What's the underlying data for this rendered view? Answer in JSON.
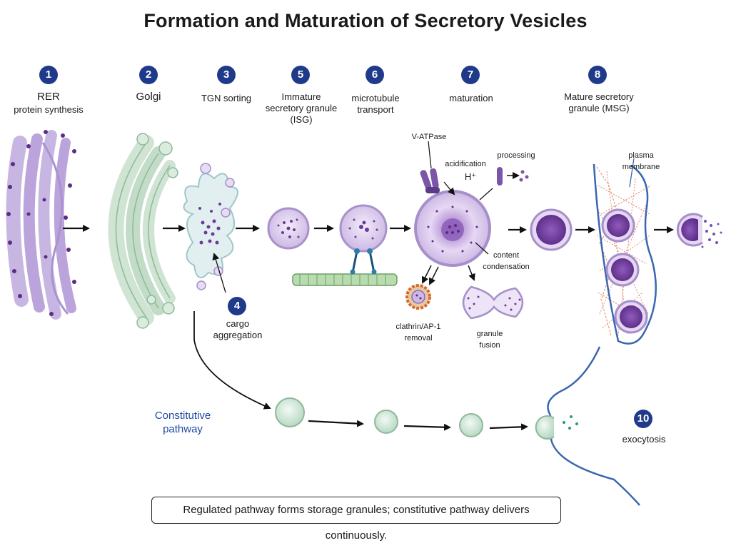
{
  "title": "Formation and Maturation of Secretory Vesicles",
  "steps": [
    {
      "number": "1",
      "label": "RER",
      "sublabel": "protein synthesis"
    },
    {
      "number": "2",
      "label": "Golgi"
    },
    {
      "number": "3",
      "label": "TGN sorting"
    },
    {
      "number": "4",
      "label": "cargo aggregation"
    },
    {
      "number": "5",
      "label": "Immature secretory granule (ISG)"
    },
    {
      "number": "6",
      "label": "microtubule transport"
    },
    {
      "number": "7",
      "label": "maturation"
    },
    {
      "number": "8",
      "label": "Mature secretory granule (MSG)"
    },
    {
      "number": "10",
      "label": "exocytosis"
    }
  ],
  "annotations": {
    "v_atpase": "V-ATPase",
    "acidification": "acidification",
    "proton": "H⁺",
    "processing": "processing",
    "content_condensation": "content condensation",
    "clathrin_removal": "clathrin/AP-1 removal",
    "granule_fusion": "granule fusion",
    "plasma_membrane": "plasma membrane"
  },
  "constitutive_label": "Constitutive pathway",
  "footnote": "Regulated pathway forms storage granules; constitutive pathway delivers continuously.",
  "colors": {
    "badge": "#1f3a8a",
    "purple_membrane": "#b9a6d6",
    "purple_dark": "#5b2d86",
    "golgi_green": "#c9e0cf",
    "microtubule": "#a6cf9c",
    "plasma_membrane": "#3a66b0",
    "actin": "#e07a5f",
    "constitutive_text": "#1f4aa3"
  }
}
